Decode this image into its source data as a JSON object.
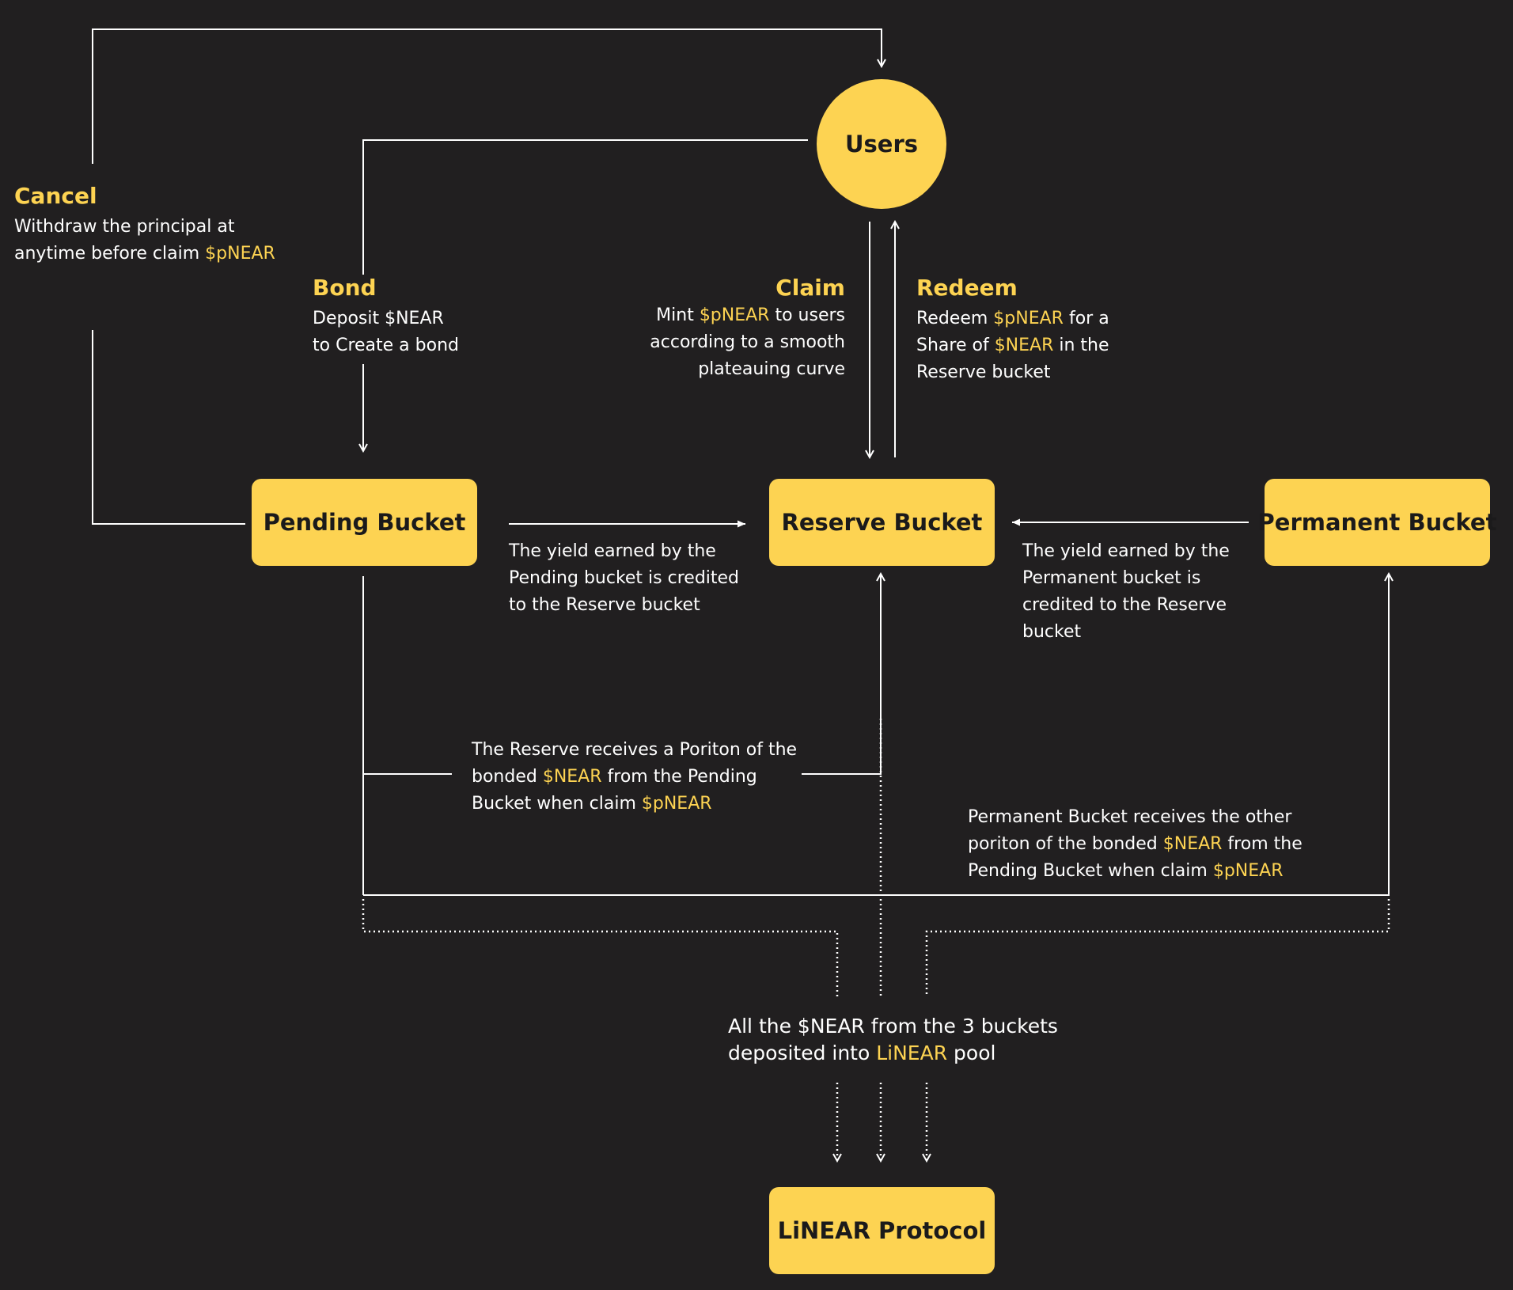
{
  "colors": {
    "background": "#211f20",
    "accent": "#fdd352",
    "line": "#ffffff"
  },
  "nodes": {
    "users": "Users",
    "pending": "Pending Bucket",
    "reserve": "Reserve Bucket",
    "permanent": "Permanent Bucket",
    "linear": "LiNEAR Protocol"
  },
  "annotations": {
    "cancel": {
      "title": "Cancel",
      "lines": [
        [
          {
            "t": "Withdraw the principal at"
          }
        ],
        [
          {
            "t": "anytime before claim "
          },
          {
            "t": "$pNEAR",
            "hl": true
          }
        ]
      ]
    },
    "bond": {
      "title": "Bond",
      "lines": [
        [
          {
            "t": "Deposit $NEAR"
          }
        ],
        [
          {
            "t": "to Create a bond"
          }
        ]
      ]
    },
    "claim": {
      "title": "Claim",
      "lines": [
        [
          {
            "t": "Mint "
          },
          {
            "t": "$pNEAR",
            "hl": true
          },
          {
            "t": " to users"
          }
        ],
        [
          {
            "t": "according to a smooth"
          }
        ],
        [
          {
            "t": "plateauing curve"
          }
        ]
      ]
    },
    "redeem": {
      "title": "Redeem",
      "lines": [
        [
          {
            "t": "Redeem "
          },
          {
            "t": "$pNEAR",
            "hl": true
          },
          {
            "t": " for a"
          }
        ],
        [
          {
            "t": "Share of "
          },
          {
            "t": "$NEAR",
            "hl": true
          },
          {
            "t": " in the"
          }
        ],
        [
          {
            "t": "Reserve bucket"
          }
        ]
      ]
    },
    "pending_yield": {
      "lines": [
        [
          {
            "t": "The yield earned by the"
          }
        ],
        [
          {
            "t": "Pending bucket is credited"
          }
        ],
        [
          {
            "t": "to the Reserve bucket"
          }
        ]
      ]
    },
    "permanent_yield": {
      "lines": [
        [
          {
            "t": "The yield earned by the"
          }
        ],
        [
          {
            "t": "Permanent bucket is"
          }
        ],
        [
          {
            "t": "credited to the Reserve"
          }
        ],
        [
          {
            "t": "bucket"
          }
        ]
      ]
    },
    "reserve_portion": {
      "lines": [
        [
          {
            "t": "The Reserve receives a Poriton of the"
          }
        ],
        [
          {
            "t": "bonded "
          },
          {
            "t": "$NEAR",
            "hl": true
          },
          {
            "t": " from the Pending"
          }
        ],
        [
          {
            "t": "Bucket when claim "
          },
          {
            "t": "$pNEAR",
            "hl": true
          }
        ]
      ]
    },
    "permanent_portion": {
      "lines": [
        [
          {
            "t": "Permanent Bucket receives the other"
          }
        ],
        [
          {
            "t": "poriton of the bonded "
          },
          {
            "t": "$NEAR",
            "hl": true
          },
          {
            "t": " from the"
          }
        ],
        [
          {
            "t": "Pending Bucket when claim "
          },
          {
            "t": "$pNEAR",
            "hl": true
          }
        ]
      ]
    },
    "deposit": {
      "lines": [
        [
          {
            "t": "All the $NEAR from the 3 buckets"
          }
        ],
        [
          {
            "t": "deposited into "
          },
          {
            "t": "LiNEAR",
            "hl": true
          },
          {
            "t": " pool"
          }
        ]
      ]
    }
  }
}
